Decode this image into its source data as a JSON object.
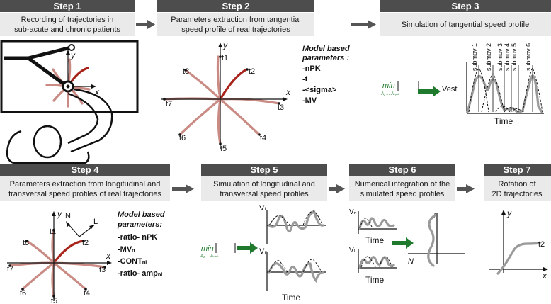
{
  "steps": [
    {
      "label": "Step 1",
      "desc": [
        "Recording of trajectories in",
        "sub-acute and chronic patients"
      ]
    },
    {
      "label": "Step 2",
      "desc": [
        "Parameters extraction from tangential",
        "speed profile of real trajectories"
      ]
    },
    {
      "label": "Step 3",
      "desc": [
        "Simulation of tangential speed profile"
      ]
    },
    {
      "label": "Step 4",
      "desc": [
        "Parameters extraction from longitudinal and",
        "transversal speed profiles of real trajectories"
      ]
    },
    {
      "label": "Step 5",
      "desc": [
        "Simulation of longitudinal and",
        "transversal speed profiles"
      ]
    },
    {
      "label": "Step 6",
      "desc": [
        "Numerical integration of the",
        "simulated speed profiles"
      ]
    },
    {
      "label": "Step 7",
      "desc": [
        "Rotation of",
        "2D trajectories"
      ]
    }
  ],
  "axes": {
    "x": "x",
    "y": "y"
  },
  "targets": [
    "t1",
    "t2",
    "t3",
    "t4",
    "t5",
    "t6",
    "t7",
    "t8"
  ],
  "step2_params": {
    "title": [
      "Model based",
      "parameters :"
    ],
    "items": [
      "-nPK",
      "-t",
      "-<sigma>",
      "-MV"
    ]
  },
  "step3": {
    "submovements": [
      "submov 1",
      "submov 2",
      "submov 3",
      "submov 4",
      "submov 5",
      "submov 6"
    ],
    "ylabel": "Vest",
    "xlabel": "Time",
    "min_label": "min",
    "min_sub": "A₁ ... Aₙₚₖ"
  },
  "step4_params": {
    "title": [
      "Model based",
      "parameters:"
    ],
    "items": [
      "-ratio- nPK",
      "-MVₙ",
      "-CONTₙₗ",
      "-ratio- ampₙₗ"
    ],
    "N": "N",
    "L": "L"
  },
  "step5": {
    "vl": "Vₗ",
    "vn": "Vₙ",
    "xlabel": "Time",
    "min_label": "min",
    "min_sub": "A₁ ... Aₙₚₖ"
  },
  "step6": {
    "vn": "Vₙ",
    "vl": "Vₗ",
    "xlabel": "Time",
    "L": "L",
    "N": "N"
  },
  "step7": {
    "t2": "t2"
  },
  "colors": {
    "header": "#4d4d4d",
    "desc_bg": "#eaeaea",
    "light_traj": "#c98b83",
    "dark_traj": "#a8241b",
    "green_arrow": "#1f7a2d",
    "gray_profile": "#9a9a9a"
  }
}
